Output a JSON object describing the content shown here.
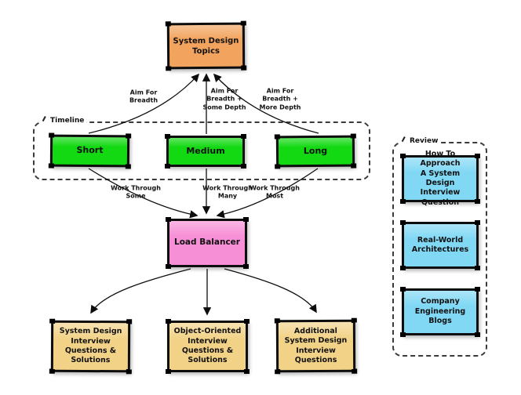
{
  "canvas": {
    "background": "#FFFFFF"
  },
  "groups": {
    "timeline": {
      "label": "Timeline"
    },
    "review": {
      "label": "Review"
    }
  },
  "nodes": {
    "topics": {
      "label": "System Design\nTopics",
      "color": "#F2A45E"
    },
    "short": {
      "label": "Short",
      "color": "#12D912"
    },
    "medium": {
      "label": "Medium",
      "color": "#12D912"
    },
    "long": {
      "label": "Long",
      "color": "#12D912"
    },
    "load_balancer": {
      "label": "Load Balancer",
      "color": "#F78FD6"
    },
    "sdi_questions": {
      "label": "System Design\nInterview\nQuestions &\nSolutions",
      "color": "#F2D287"
    },
    "oo_questions": {
      "label": "Object-Oriented\nInterview\nQuestions &\nSolutions",
      "color": "#F2D287"
    },
    "additional_questions": {
      "label": "Additional\nSystem Design\nInterview\nQuestions",
      "color": "#F2D287"
    },
    "how_to_approach": {
      "label": "How To Approach\nA System Design\nInterview\nQuestion",
      "color": "#80D8F5"
    },
    "real_world": {
      "label": "Real-World\nArchitectures",
      "color": "#80D8F5"
    },
    "company_blogs": {
      "label": "Company\nEngineering\nBlogs",
      "color": "#80D8F5"
    }
  },
  "edge_labels": {
    "aim_breadth": "Aim For\nBreadth",
    "aim_some": "Aim For\nBreadth +\nSome Depth",
    "aim_more": "Aim For\nBreadth +\nMore Depth",
    "work_some": "Work Through\nSome",
    "work_many": "Work Through\nMany",
    "work_most": "Work Through\nMost"
  }
}
